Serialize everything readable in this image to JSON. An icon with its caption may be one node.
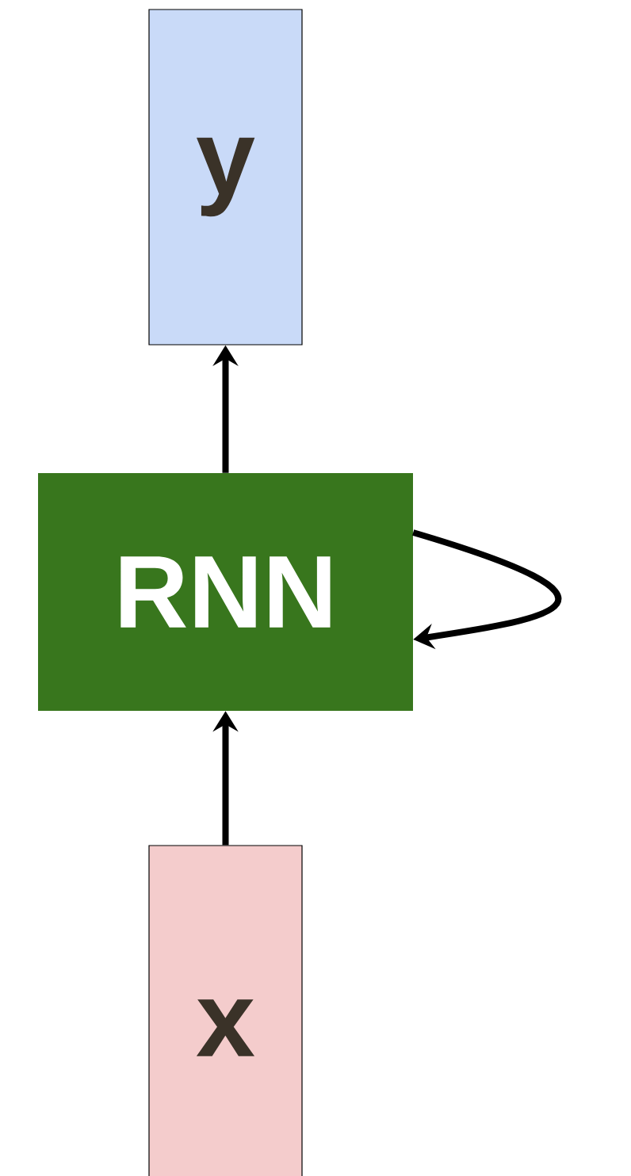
{
  "diagram": {
    "nodes": [
      {
        "text": [
          "y"
        ]
      },
      {
        "text": [
          "RNN"
        ]
      },
      {
        "text": [
          "x"
        ]
      }
    ],
    "edges": [
      {
        "from": 2,
        "to": 1,
        "arrow": "to"
      },
      {
        "from": 1,
        "to": 0,
        "arrow": "to"
      },
      {
        "from": 1,
        "to": 1,
        "arrow": "to"
      }
    ]
  }
}
